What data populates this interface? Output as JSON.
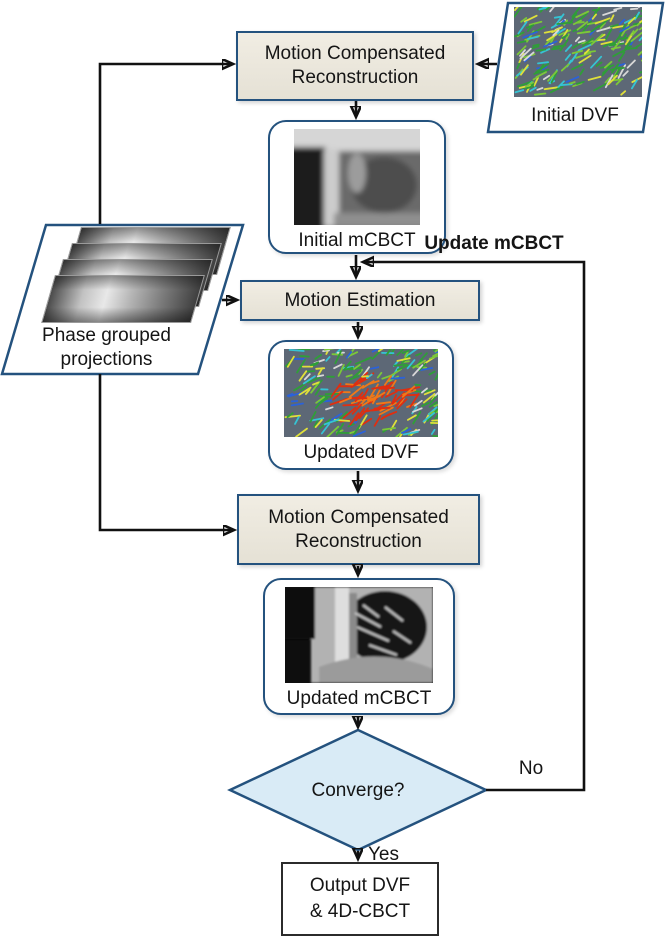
{
  "colors": {
    "canvas_bg": "#ffffff",
    "box_fill_light": "#f1ede3",
    "box_fill_dark": "#e5e1d5",
    "box_border": "#24527e",
    "diamond_fill": "#d9ebf6",
    "arrow": "#111111",
    "dvf_bg": "#5d6876",
    "text": "#151515"
  },
  "nodes": {
    "mcr_top": {
      "label": "Motion Compensated Reconstruction"
    },
    "initial_dvf": {
      "caption": "Initial DVF"
    },
    "initial_mcbct": {
      "caption": "Initial mCBCT"
    },
    "update_mcbct_label": "Update mCBCT",
    "motion_estimation": {
      "label": "Motion Estimation"
    },
    "phase_projections": {
      "caption": "Phase grouped projections"
    },
    "updated_dvf": {
      "caption": "Updated DVF"
    },
    "mcr_bottom": {
      "label": "Motion Compensated Reconstruction"
    },
    "updated_mcbct": {
      "caption": "Updated mCBCT"
    },
    "converge": {
      "label": "Converge?"
    },
    "output": {
      "line1": "Output DVF",
      "line2": "& 4D-CBCT"
    }
  },
  "edges": {
    "no_label": "No",
    "yes_label": "Yes"
  }
}
